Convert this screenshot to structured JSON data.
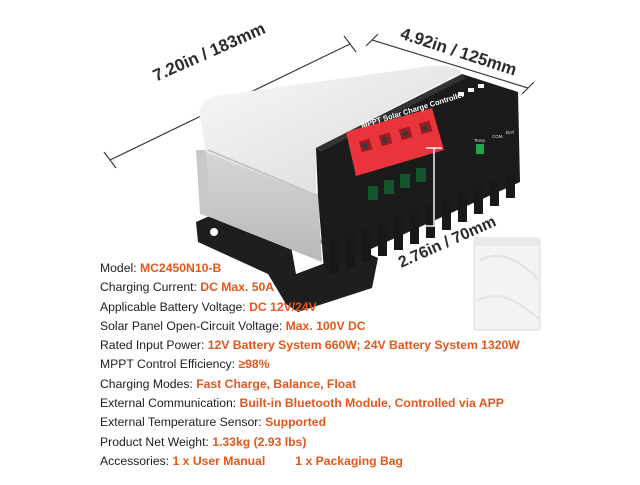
{
  "dimensions": {
    "length": "7.20in / 183mm",
    "width": "4.92in / 125mm",
    "height": "2.76in / 70mm"
  },
  "device": {
    "panel_label": "MPPT Solar Charge Controller",
    "port_labels": [
      "Temp",
      "COM",
      "BAT"
    ]
  },
  "specs": [
    {
      "label": "Model: ",
      "value": "MC2450N10-B"
    },
    {
      "label": "Charging Current: ",
      "value": "DC Max. 50A"
    },
    {
      "label": "Applicable Battery Voltage: ",
      "value": "DC 12V/24V"
    },
    {
      "label": "Solar Panel Open-Circuit Voltage: ",
      "value": "Max. 100V DC"
    },
    {
      "label": "Rated Input Power: ",
      "value": "12V Battery System 660W; 24V Battery System 1320W"
    },
    {
      "label": "MPPT Control Efficiency: ",
      "value": "≥98%"
    },
    {
      "label": "Charging Modes: ",
      "value": "Fast Charge, Balance, Float"
    },
    {
      "label": "External Communication: ",
      "value": "Built-in Bluetooth Module, Controlled via APP"
    },
    {
      "label": "External Temperature Sensor: ",
      "value": "Supported"
    },
    {
      "label": "Product Net Weight: ",
      "value": "1.33kg (2.93 lbs)"
    },
    {
      "label": "Accessories: ",
      "value": "1 x User Manual",
      "value2": "1 x Packaging Bag"
    }
  ],
  "colors": {
    "accent": "#e2571e",
    "housing": "#1b1b1b",
    "top_cover": "#ececec",
    "terminal": "#e8343a"
  }
}
